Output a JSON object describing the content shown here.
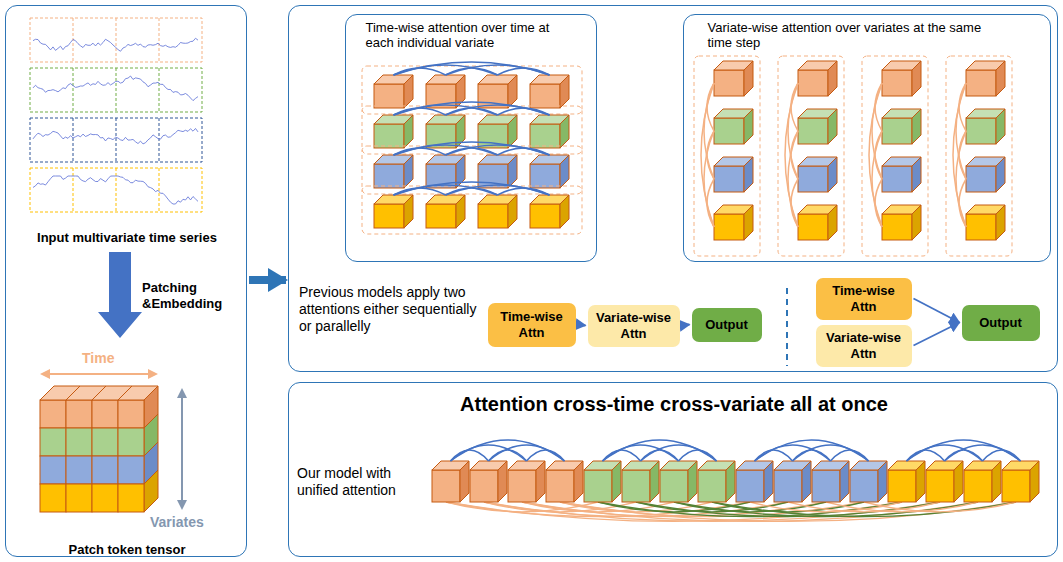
{
  "diagram": {
    "nodes": [
      {
        "text": [
          "Input multivariate time series",
          "Patching &Embedding",
          "Patch token tensor"
        ]
      },
      {
        "text": [
          "Previous models apply two attentions either sequentially or parallelly"
        ]
      },
      {
        "text": [
          "Time-wise attention over time at each individual variate"
        ],
        "in": 1
      },
      {
        "text": [
          "Variate-wise attention over variates at the same time step"
        ],
        "in": 1
      },
      {
        "text": [
          "Time-wise Attn"
        ],
        "in": 1
      },
      {
        "text": [
          "Variate-wise Attn"
        ],
        "in": 1
      },
      {
        "text": [
          "Output"
        ],
        "in": 1
      },
      {
        "text": [
          "Time-wise Attn"
        ],
        "in": 1
      },
      {
        "text": [
          "Variate-wise Attn"
        ],
        "in": 1
      },
      {
        "text": [
          "Output"
        ],
        "in": 1
      },
      {
        "text": [
          "Attention cross-time cross-variate all at once",
          "Our model with unified attention"
        ]
      }
    ],
    "edges": [
      {
        "from": 0,
        "to": 1,
        "arrow": "to"
      },
      {
        "from": 4,
        "to": 5,
        "arrow": "to"
      },
      {
        "from": 5,
        "to": 6,
        "arrow": "to"
      },
      {
        "from": 7,
        "to": 9,
        "arrow": "to"
      },
      {
        "from": 8,
        "to": 9,
        "arrow": "to"
      }
    ],
    "labels": [
      "Time",
      "Variates"
    ]
  }
}
